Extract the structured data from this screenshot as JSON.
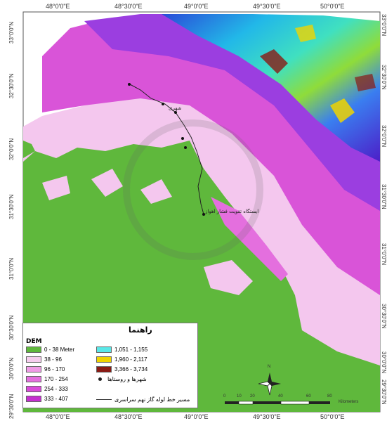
{
  "map": {
    "top_labels": [
      "48°0'0\"E",
      "48°30'0\"E",
      "49°0'0\"E",
      "49°30'0\"E",
      "50°0'0\"E"
    ],
    "bottom_labels": [
      "48°0'0\"E",
      "48°30'0\"E",
      "49°0'0\"E",
      "49°30'0\"E",
      "50°0'0\"E"
    ],
    "left_labels": [
      "33°0'0\"N",
      "32°30'0\"N",
      "32°0'0\"N",
      "31°30'0\"N",
      "31°0'0\"N",
      "30°30'0\"N",
      "30°0'0\"N",
      "29°30'0\"N"
    ],
    "right_labels": [
      "33°0'0\"N",
      "32°30'0\"N",
      "32°0'0\"N",
      "31°30'0\"N",
      "31°0'0\"N",
      "30°30'0\"N",
      "30°0'0\"N",
      "29°30'0\"N"
    ],
    "places": [
      "شهری",
      "ایستگاه تقویت فشار اهواز"
    ]
  },
  "legend": {
    "title": "راهنما",
    "subtitle": "DEM",
    "classes_left": [
      {
        "label": "0 - 38 Meter",
        "color": "#5fb83c"
      },
      {
        "label": "38 - 96",
        "color": "#f6cdee"
      },
      {
        "label": "96 - 170",
        "color": "#f09be6"
      },
      {
        "label": "170 - 254",
        "color": "#e46fde"
      },
      {
        "label": "254 - 333",
        "color": "#d94ad9"
      },
      {
        "label": "333 - 407",
        "color": "#c52fcf"
      }
    ],
    "classes_right": [
      {
        "label": "1,051 - 1,155",
        "color": "#5ae8e8"
      },
      {
        "label": "1,960 - 2,117",
        "color": "#f0d400"
      },
      {
        "label": "3,366 - 3,734",
        "color": "#8a1a14"
      }
    ],
    "points_label": "شهرها و روستاها",
    "line_label": "مسیر خط لوله گاز نهم سراسری"
  },
  "scale_bar": {
    "ticks": [
      "0",
      "10",
      "20",
      "40",
      "60",
      "80"
    ],
    "unit": "Kilometers"
  },
  "north_arrow": {
    "label": "N"
  }
}
